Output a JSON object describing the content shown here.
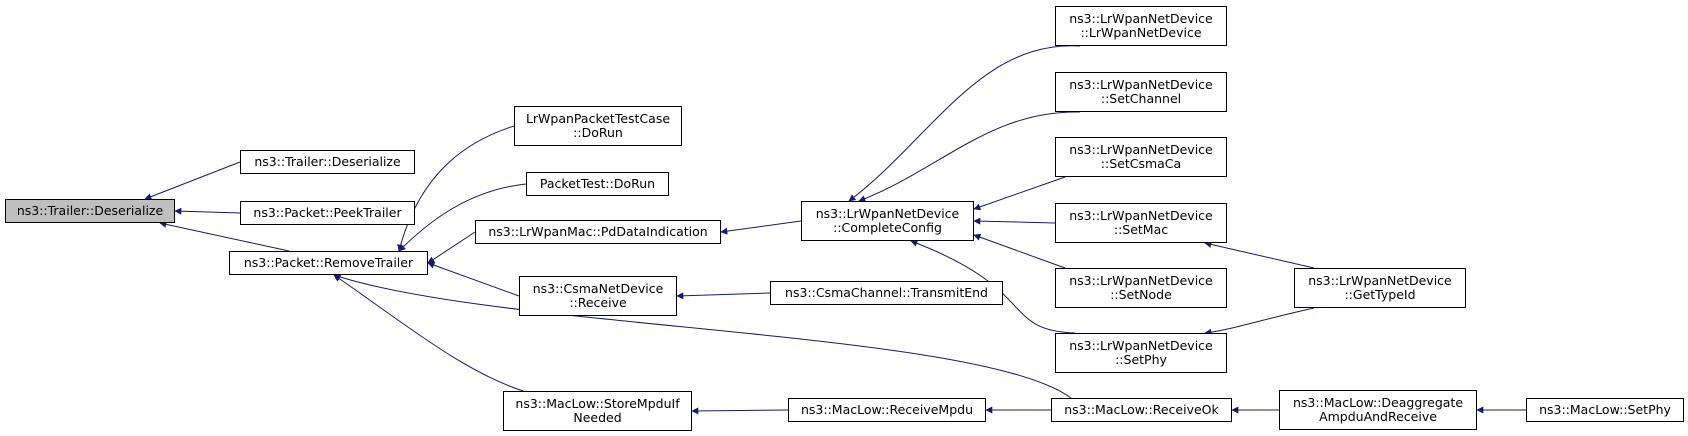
{
  "colors": {
    "edge": "#191970",
    "focus_fill": "#bfbfbf",
    "node_border": "#000000",
    "background": "#ffffff"
  },
  "nodes": {
    "trailer_deser": {
      "lines": [
        "ns3::Trailer::Deserialize"
      ]
    },
    "trailer_deser2": {
      "lines": [
        "ns3::Trailer::Deserialize"
      ]
    },
    "peek_trailer": {
      "lines": [
        "ns3::Packet::PeekTrailer"
      ]
    },
    "remove_trailer": {
      "lines": [
        "ns3::Packet::RemoveTrailer"
      ]
    },
    "lrwpan_test": {
      "lines": [
        "LrWpanPacketTestCase",
        "::DoRun"
      ]
    },
    "packet_test": {
      "lines": [
        "PacketTest::DoRun"
      ]
    },
    "pd_data": {
      "lines": [
        "ns3::LrWpanMac::PdDataIndication"
      ]
    },
    "csma_receive": {
      "lines": [
        "ns3::CsmaNetDevice",
        "::Receive"
      ]
    },
    "store_mpdu": {
      "lines": [
        "ns3::MacLow::StoreMpduIf",
        "Needed"
      ]
    },
    "complete_config": {
      "lines": [
        "ns3::LrWpanNetDevice",
        "::CompleteConfig"
      ]
    },
    "transmit_end": {
      "lines": [
        "ns3::CsmaChannel::TransmitEnd"
      ]
    },
    "receive_mpdu": {
      "lines": [
        "ns3::MacLow::ReceiveMpdu"
      ]
    },
    "receive_ok": {
      "lines": [
        "ns3::MacLow::ReceiveOk"
      ]
    },
    "ctor": {
      "lines": [
        "ns3::LrWpanNetDevice",
        "::LrWpanNetDevice"
      ]
    },
    "set_channel": {
      "lines": [
        "ns3::LrWpanNetDevice",
        "::SetChannel"
      ]
    },
    "set_csmaca": {
      "lines": [
        "ns3::LrWpanNetDevice",
        "::SetCsmaCa"
      ]
    },
    "set_mac": {
      "lines": [
        "ns3::LrWpanNetDevice",
        "::SetMac"
      ]
    },
    "set_node": {
      "lines": [
        "ns3::LrWpanNetDevice",
        "::SetNode"
      ]
    },
    "set_phy": {
      "lines": [
        "ns3::LrWpanNetDevice",
        "::SetPhy"
      ]
    },
    "get_type_id": {
      "lines": [
        "ns3::LrWpanNetDevice",
        "::GetTypeId"
      ]
    },
    "deaggregate": {
      "lines": [
        "ns3::MacLow::Deaggregate",
        "AmpduAndReceive"
      ]
    },
    "set_phy_maclow": {
      "lines": [
        "ns3::MacLow::SetPhy"
      ]
    }
  },
  "edges": [
    [
      "trailer_deser2",
      "trailer_deser"
    ],
    [
      "peek_trailer",
      "trailer_deser"
    ],
    [
      "remove_trailer",
      "trailer_deser"
    ],
    [
      "lrwpan_test",
      "remove_trailer"
    ],
    [
      "packet_test",
      "remove_trailer"
    ],
    [
      "pd_data",
      "remove_trailer"
    ],
    [
      "csma_receive",
      "remove_trailer"
    ],
    [
      "store_mpdu",
      "remove_trailer"
    ],
    [
      "receive_ok",
      "remove_trailer"
    ],
    [
      "complete_config",
      "pd_data"
    ],
    [
      "transmit_end",
      "csma_receive"
    ],
    [
      "receive_mpdu",
      "store_mpdu"
    ],
    [
      "receive_ok",
      "receive_mpdu"
    ],
    [
      "ctor",
      "complete_config"
    ],
    [
      "set_channel",
      "complete_config"
    ],
    [
      "set_csmaca",
      "complete_config"
    ],
    [
      "set_mac",
      "complete_config"
    ],
    [
      "set_node",
      "complete_config"
    ],
    [
      "set_phy",
      "complete_config"
    ],
    [
      "get_type_id",
      "set_mac"
    ],
    [
      "get_type_id",
      "set_phy"
    ],
    [
      "deaggregate",
      "receive_ok"
    ],
    [
      "set_phy_maclow",
      "deaggregate"
    ]
  ]
}
